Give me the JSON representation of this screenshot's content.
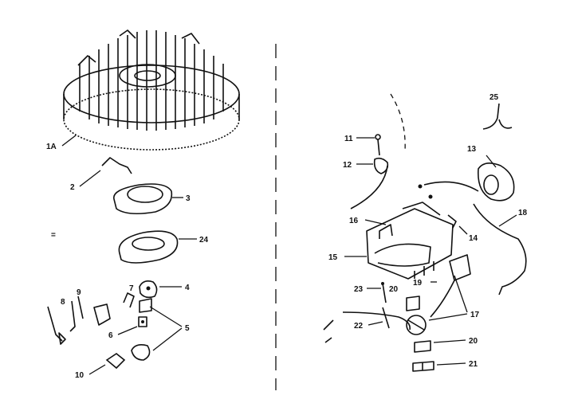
{
  "labels": {
    "l1a": "1A",
    "l2": "2",
    "l3": "3",
    "l24": "24",
    "l4": "4",
    "l5": "5",
    "l6": "6",
    "l7": "7",
    "l8": "8",
    "l9": "9",
    "l10": "10",
    "l11": "11",
    "l12": "12",
    "l13": "13",
    "l14": "14",
    "l15": "15",
    "l16": "16",
    "l17": "17",
    "l18": "18",
    "l19": "19",
    "l20a": "20",
    "l20b": "20",
    "l21": "21",
    "l22": "22",
    "l23": "23",
    "l25": "25"
  },
  "colors": {
    "ink": "#111111",
    "paper": "#ffffff"
  }
}
